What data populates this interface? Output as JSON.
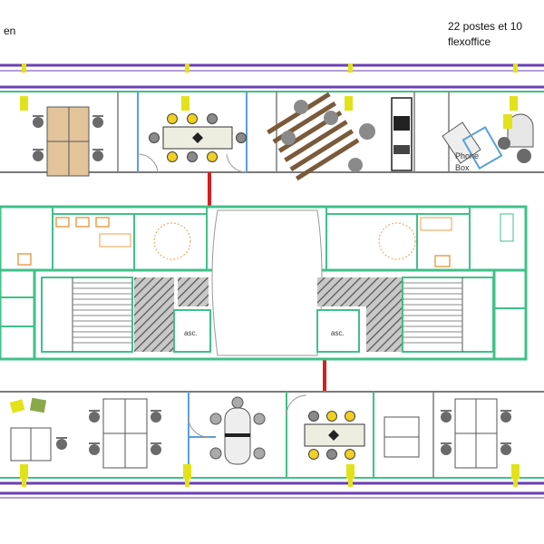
{
  "header": {
    "left_label": "en",
    "right_label_line1": "22 postes et 10",
    "right_label_line2": "flexoffice"
  },
  "rooms": {
    "phone_box_label_line1": "Phone",
    "phone_box_label_line2": "Box",
    "elevator_left_label": "asc.",
    "elevator_right_label": "asc."
  },
  "colors": {
    "facade": "#6a3fb5",
    "partition": "#3fc18a",
    "wall": "#7a7a7a",
    "glass": "#5aa0d8",
    "door_red": "#d42020",
    "pillar_yellow": "#e2e21a",
    "desk_tan": "#e3c49a",
    "chair_yellow": "#f0d020",
    "chair_grey": "#6a6a6a",
    "stair_hatch": "#777777",
    "plumbing_orange": "#e8a050"
  }
}
